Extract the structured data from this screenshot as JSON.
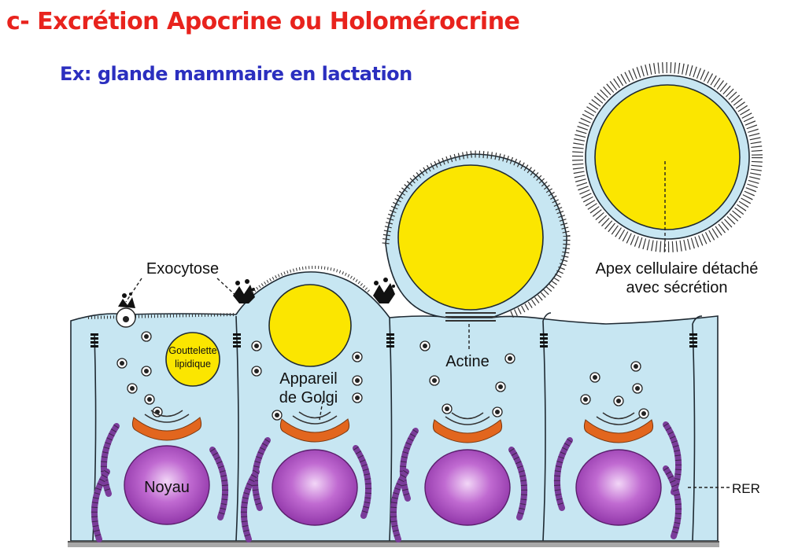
{
  "header": {
    "title": "c- Excrétion Apocrine ou Holomérocrine",
    "subtitle": "Ex: glande mammaire en lactation"
  },
  "labels": {
    "exocytose": "Exocytose",
    "gouttelette_1": "Gouttelette",
    "gouttelette_2": "lipidique",
    "appareil_1": "Appareil",
    "appareil_2": "de Golgi",
    "actine": "Actine",
    "apex_1": "Apex cellulaire détaché",
    "apex_2": "avec sécrétion",
    "noyau": "Noyau",
    "rer": "RER"
  },
  "colors": {
    "title": "#e8231d",
    "subtitle": "#2b2fbf",
    "cytoplasm": "#c7e6f2",
    "lipid": "#fbe600",
    "nucleus": "#9b3fb0",
    "golgi": "#e2661e",
    "rer": "#7a3c9a"
  }
}
